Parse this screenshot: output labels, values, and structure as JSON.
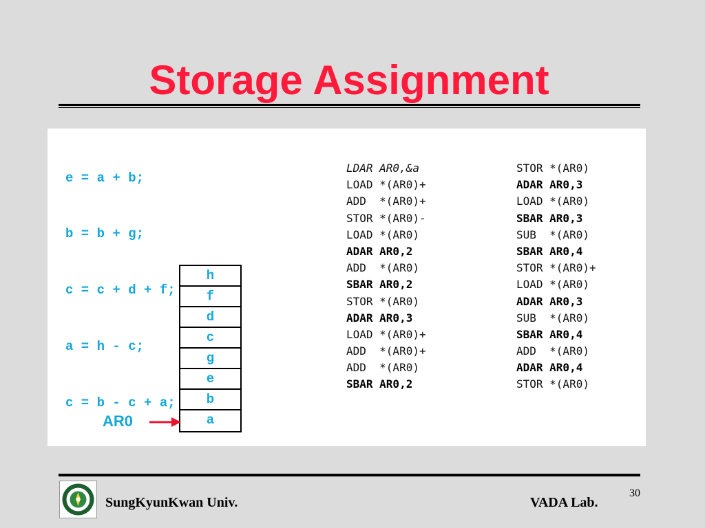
{
  "slide": {
    "title": "Storage Assignment",
    "title_color": "#ff1a3c",
    "code_color": "#15a7d8"
  },
  "source_code": [
    "e = a + b;",
    "b = b + g;",
    "c = c + d + f;",
    "a = h - c;",
    "c = b - c + a;"
  ],
  "asm_left": [
    {
      "text": "LDAR AR0,&a",
      "style": "italic"
    },
    {
      "text": "LOAD *(AR0)+",
      "style": "normal"
    },
    {
      "text": "ADD  *(AR0)+",
      "style": "normal"
    },
    {
      "text": "STOR *(AR0)-",
      "style": "normal"
    },
    {
      "text": "LOAD *(AR0)",
      "style": "normal"
    },
    {
      "text": "ADAR AR0,2",
      "style": "bold"
    },
    {
      "text": "ADD  *(AR0)",
      "style": "normal"
    },
    {
      "text": "SBAR AR0,2",
      "style": "bold"
    },
    {
      "text": "STOR *(AR0)",
      "style": "normal"
    },
    {
      "text": "ADAR AR0,3",
      "style": "bold"
    },
    {
      "text": "LOAD *(AR0)+",
      "style": "normal"
    },
    {
      "text": "ADD  *(AR0)+",
      "style": "normal"
    },
    {
      "text": "ADD  *(AR0)",
      "style": "normal"
    },
    {
      "text": "SBAR AR0,2",
      "style": "bold"
    }
  ],
  "asm_right": [
    {
      "text": "STOR *(AR0)",
      "style": "normal"
    },
    {
      "text": "ADAR AR0,3",
      "style": "bold"
    },
    {
      "text": "LOAD *(AR0)",
      "style": "normal"
    },
    {
      "text": "SBAR AR0,3",
      "style": "bold"
    },
    {
      "text": "SUB  *(AR0)",
      "style": "normal"
    },
    {
      "text": "SBAR AR0,4",
      "style": "bold"
    },
    {
      "text": "STOR *(AR0)+",
      "style": "normal"
    },
    {
      "text": "LOAD *(AR0)",
      "style": "normal"
    },
    {
      "text": "ADAR AR0,3",
      "style": "bold"
    },
    {
      "text": "SUB  *(AR0)",
      "style": "normal"
    },
    {
      "text": "SBAR AR0,4",
      "style": "bold"
    },
    {
      "text": "ADD  *(AR0)",
      "style": "normal"
    },
    {
      "text": "ADAR AR0,4",
      "style": "bold"
    },
    {
      "text": "STOR *(AR0)",
      "style": "normal"
    }
  ],
  "memory_stack": [
    "h",
    "f",
    "d",
    "c",
    "g",
    "e",
    "b",
    "a"
  ],
  "pointer": {
    "label": "AR0",
    "arrow_color": "#e8142c"
  },
  "footer": {
    "left": "SungKyunKwan Univ.",
    "right": "VADA Lab.",
    "page": "30"
  },
  "logo": {
    "icon": "university-seal-icon"
  }
}
